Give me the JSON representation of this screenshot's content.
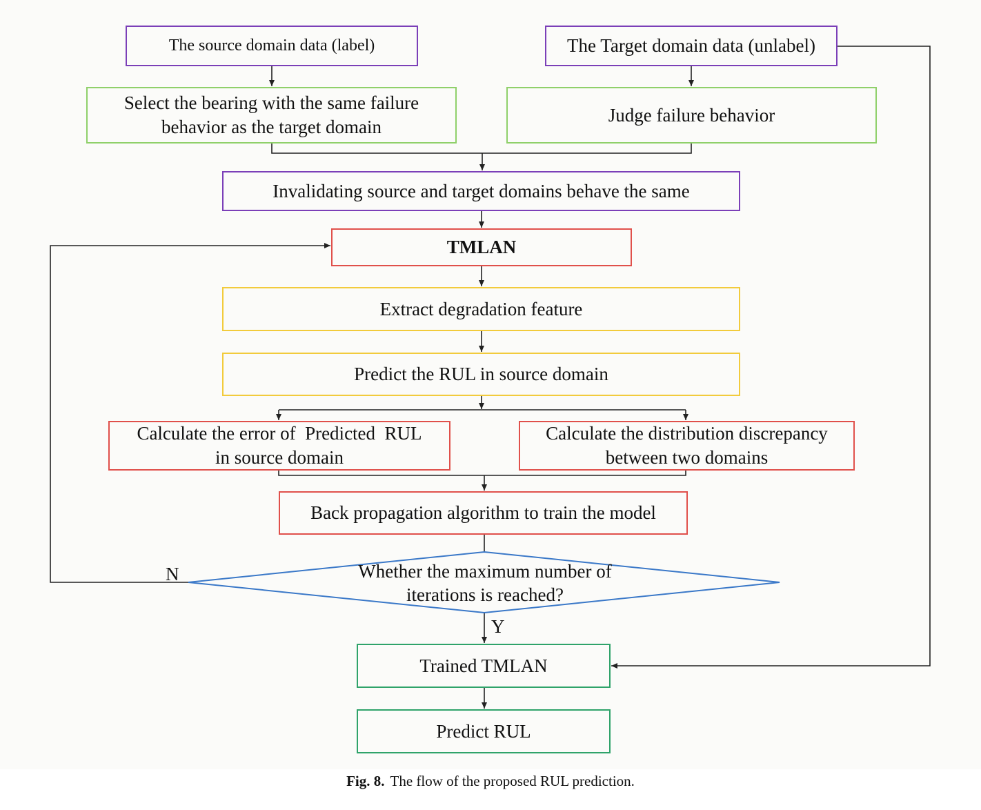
{
  "boxes": {
    "source": "The source domain data (label)",
    "target": "The Target domain data (unlabel)",
    "select": [
      "Select the bearing with the same failure",
      "behavior as the target domain"
    ],
    "judge": "Judge failure behavior",
    "validate": "Invalidating source and target domains behave the same",
    "tmlan": "TMLAN",
    "extract": "Extract degradation feature",
    "predict_source": "Predict the RUL in source domain",
    "error": [
      "Calculate the error of  Predicted  RUL",
      "in source domain"
    ],
    "discrepancy": [
      "Calculate the distribution discrepancy",
      "between two domains"
    ],
    "backprop": "Back propagation algorithm to train the model",
    "decision": [
      "Whether the maximum number of",
      "iterations is reached?"
    ],
    "trained": "Trained TMLAN",
    "predict_rul": "Predict RUL"
  },
  "labels": {
    "no": "N",
    "yes": "Y"
  },
  "caption": {
    "number": "Fig. 8.",
    "text": "The flow of the proposed RUL prediction."
  },
  "colors": {
    "purple": "#7b3fb8",
    "green": "#8fd06a",
    "red": "#e0504b",
    "yellow": "#f2cb3c",
    "teal": "#2fa36a",
    "blue": "#3a78c8",
    "line": "#222222"
  }
}
